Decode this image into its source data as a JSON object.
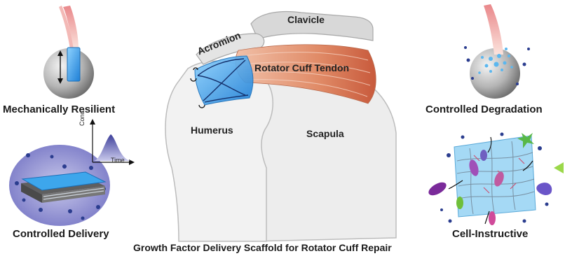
{
  "labels": {
    "clavicle": "Clavicle",
    "acromion": "Acromion",
    "rotator_cuff_tendon": "Rotator Cuff Tendon",
    "humerus": "Humerus",
    "scapula": "Scapula"
  },
  "features": {
    "mechanically_resilient": "Mechanically Resilient",
    "controlled_delivery": "Controlled Delivery",
    "controlled_degradation": "Controlled Degradation",
    "cell_instructive": "Cell-Instructive"
  },
  "release_plot": {
    "ylabel": "Conc.",
    "xlabel": "Time"
  },
  "caption": "Growth Factor Delivery Scaffold for Rotator Cuff Repair",
  "colors": {
    "scaffold_blue": "#3a9fe0",
    "tendon_red": "#d9785a",
    "bone_gray": "#eeeeee",
    "dot_navy": "#2b3d8f"
  }
}
